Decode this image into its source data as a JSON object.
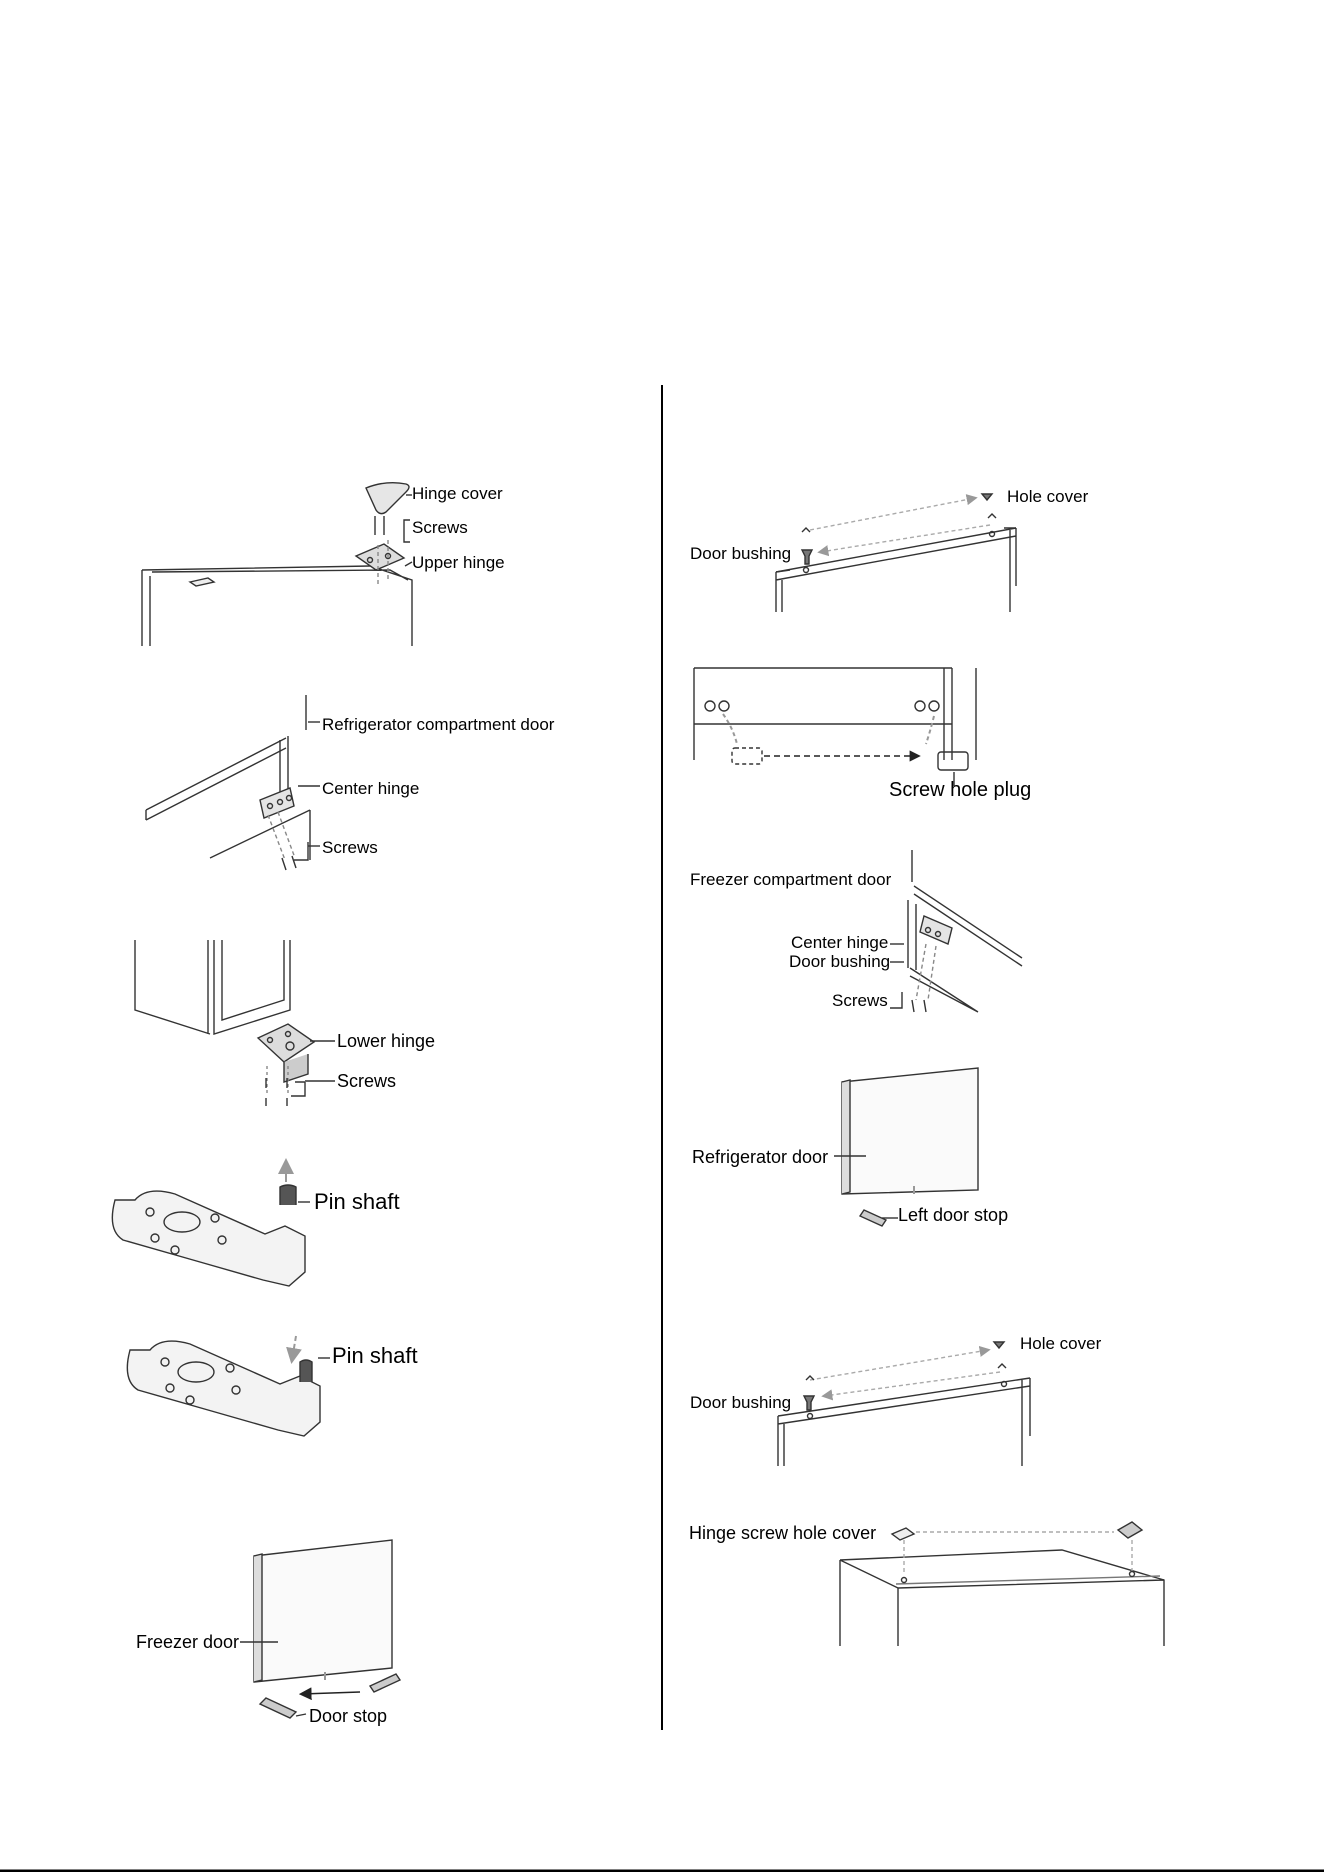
{
  "labels": {
    "hinge_cover": "Hinge cover",
    "screws_1": "Screws",
    "upper_hinge": "Upper hinge",
    "refrigerator_compartment_door": "Refrigerator compartment door",
    "center_hinge_1": "Center hinge",
    "screws_2": "Screws",
    "lower_hinge": "Lower hinge",
    "screws_3": "Screws",
    "pin_shaft_1": "Pin shaft",
    "pin_shaft_2": "Pin shaft",
    "freezer_door": "Freezer door",
    "door_stop": "Door stop",
    "hole_cover_1": "Hole cover",
    "door_bushing_1": "Door bushing",
    "screw_hole_plug": "Screw hole plug",
    "freezer_compartment_door": "Freezer compartment door",
    "center_hinge_2": "Center hinge",
    "door_bushing_2": "Door bushing",
    "screws_4": "Screws",
    "refrigerator_door": "Refrigerator door",
    "left_door_stop": "Left door stop",
    "hole_cover_2": "Hole cover",
    "door_bushing_3": "Door bushing",
    "hinge_screw_hole_cover": "Hinge screw hole cover"
  }
}
